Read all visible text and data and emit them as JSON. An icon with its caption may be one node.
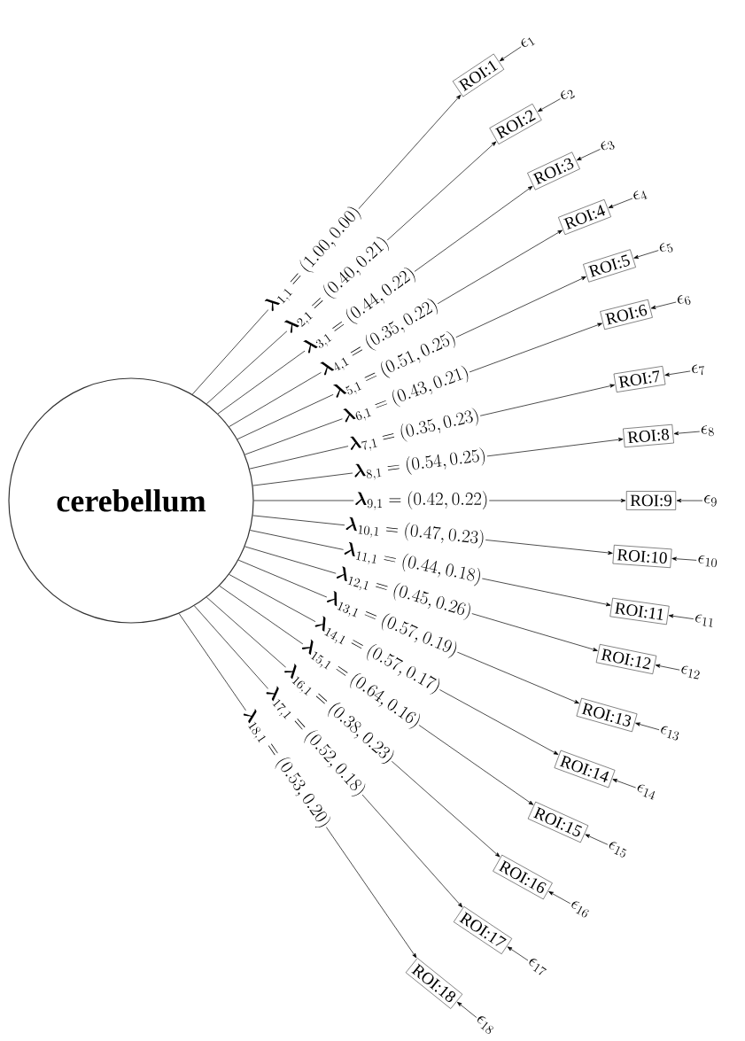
{
  "diagram": {
    "nodes": [
      {
        "text": [
          "cerebellum"
        ]
      },
      {
        "text": [
          "ROI:1"
        ]
      },
      {
        "text": [
          "ROI:2"
        ]
      },
      {
        "text": [
          "ROI:3"
        ]
      },
      {
        "text": [
          "ROI:4"
        ]
      },
      {
        "text": [
          "ROI:5"
        ]
      },
      {
        "text": [
          "ROI:6"
        ]
      },
      {
        "text": [
          "ROI:7"
        ]
      },
      {
        "text": [
          "ROI:8"
        ]
      },
      {
        "text": [
          "ROI:9"
        ]
      },
      {
        "text": [
          "ROI:10"
        ]
      },
      {
        "text": [
          "ROI:11"
        ]
      },
      {
        "text": [
          "ROI:12"
        ]
      },
      {
        "text": [
          "ROI:13"
        ]
      },
      {
        "text": [
          "ROI:14"
        ]
      },
      {
        "text": [
          "ROI:15"
        ]
      },
      {
        "text": [
          "ROI:16"
        ]
      },
      {
        "text": [
          "ROI:17"
        ]
      },
      {
        "text": [
          "ROI:18"
        ]
      },
      {
        "text": [
          "\\epsilon_{1}"
        ]
      },
      {
        "text": [
          "\\epsilon_{2}"
        ]
      },
      {
        "text": [
          "\\epsilon_{3}"
        ]
      },
      {
        "text": [
          "\\epsilon_{4}"
        ]
      },
      {
        "text": [
          "\\epsilon_{5}"
        ]
      },
      {
        "text": [
          "\\epsilon_{6}"
        ]
      },
      {
        "text": [
          "\\epsilon_{7}"
        ]
      },
      {
        "text": [
          "\\epsilon_{8}"
        ]
      },
      {
        "text": [
          "\\epsilon_{9}"
        ]
      },
      {
        "text": [
          "\\epsilon_{10}"
        ]
      },
      {
        "text": [
          "\\epsilon_{11}"
        ]
      },
      {
        "text": [
          "\\epsilon_{12}"
        ]
      },
      {
        "text": [
          "\\epsilon_{13}"
        ]
      },
      {
        "text": [
          "\\epsilon_{14}"
        ]
      },
      {
        "text": [
          "\\epsilon_{15}"
        ]
      },
      {
        "text": [
          "\\epsilon_{16}"
        ]
      },
      {
        "text": [
          "\\epsilon_{17}"
        ]
      },
      {
        "text": [
          "\\epsilon_{18}"
        ]
      }
    ],
    "edges": [
      {
        "from": 0,
        "to": 1,
        "arrow": "to",
        "label": "\\boldsymbol{\\lambda}_{1,1} = (1.00, 0.00)"
      },
      {
        "from": 0,
        "to": 2,
        "arrow": "to",
        "label": "\\boldsymbol{\\lambda}_{2,1} = (0.40, 0.21)"
      },
      {
        "from": 0,
        "to": 3,
        "arrow": "to",
        "label": "\\boldsymbol{\\lambda}_{3,1} = (0.44, 0.22)"
      },
      {
        "from": 0,
        "to": 4,
        "arrow": "to",
        "label": "\\boldsymbol{\\lambda}_{4,1} = (0.35, 0.22)"
      },
      {
        "from": 0,
        "to": 5,
        "arrow": "to",
        "label": "\\boldsymbol{\\lambda}_{5,1} = (0.51, 0.25)"
      },
      {
        "from": 0,
        "to": 6,
        "arrow": "to",
        "label": "\\boldsymbol{\\lambda}_{6,1} = (0.43, 0.21)"
      },
      {
        "from": 0,
        "to": 7,
        "arrow": "to",
        "label": "\\boldsymbol{\\lambda}_{7,1} = (0.35, 0.23)"
      },
      {
        "from": 0,
        "to": 8,
        "arrow": "to",
        "label": "\\boldsymbol{\\lambda}_{8,1} = (0.54, 0.25)"
      },
      {
        "from": 0,
        "to": 9,
        "arrow": "to",
        "label": "\\boldsymbol{\\lambda}_{9,1} = (0.42, 0.22)"
      },
      {
        "from": 0,
        "to": 10,
        "arrow": "to",
        "label": "\\boldsymbol{\\lambda}_{10,1} = (0.47, 0.23)"
      },
      {
        "from": 0,
        "to": 11,
        "arrow": "to",
        "label": "\\boldsymbol{\\lambda}_{11,1} = (0.44, 0.18)"
      },
      {
        "from": 0,
        "to": 12,
        "arrow": "to",
        "label": "\\boldsymbol{\\lambda}_{12,1} = (0.45, 0.26)"
      },
      {
        "from": 0,
        "to": 13,
        "arrow": "to",
        "label": "\\boldsymbol{\\lambda}_{13,1} = (0.57, 0.19)"
      },
      {
        "from": 0,
        "to": 14,
        "arrow": "to",
        "label": "\\boldsymbol{\\lambda}_{14,1} = (0.57, 0.17)"
      },
      {
        "from": 0,
        "to": 15,
        "arrow": "to",
        "label": "\\boldsymbol{\\lambda}_{15,1} = (0.64, 0.16)"
      },
      {
        "from": 0,
        "to": 16,
        "arrow": "to",
        "label": "\\boldsymbol{\\lambda}_{16,1} = (0.38, 0.23)"
      },
      {
        "from": 0,
        "to": 17,
        "arrow": "to",
        "label": "\\boldsymbol{\\lambda}_{17,1} = (0.52, 0.18)"
      },
      {
        "from": 0,
        "to": 18,
        "arrow": "to",
        "label": "\\boldsymbol{\\lambda}_{18,1} = (0.53, 0.20)"
      },
      {
        "from": 19,
        "to": 1,
        "arrow": "to"
      },
      {
        "from": 20,
        "to": 2,
        "arrow": "to"
      },
      {
        "from": 21,
        "to": 3,
        "arrow": "to"
      },
      {
        "from": 22,
        "to": 4,
        "arrow": "to"
      },
      {
        "from": 23,
        "to": 5,
        "arrow": "to"
      },
      {
        "from": 24,
        "to": 6,
        "arrow": "to"
      },
      {
        "from": 25,
        "to": 7,
        "arrow": "to"
      },
      {
        "from": 26,
        "to": 8,
        "arrow": "to"
      },
      {
        "from": 27,
        "to": 9,
        "arrow": "to"
      },
      {
        "from": 28,
        "to": 10,
        "arrow": "to"
      },
      {
        "from": 29,
        "to": 11,
        "arrow": "to"
      },
      {
        "from": 30,
        "to": 12,
        "arrow": "to"
      },
      {
        "from": 31,
        "to": 13,
        "arrow": "to"
      },
      {
        "from": 32,
        "to": 14,
        "arrow": "to"
      },
      {
        "from": 33,
        "to": 15,
        "arrow": "to"
      },
      {
        "from": 34,
        "to": 16,
        "arrow": "to"
      },
      {
        "from": 35,
        "to": 17,
        "arrow": "to"
      },
      {
        "from": 36,
        "to": 18,
        "arrow": "to"
      }
    ]
  }
}
